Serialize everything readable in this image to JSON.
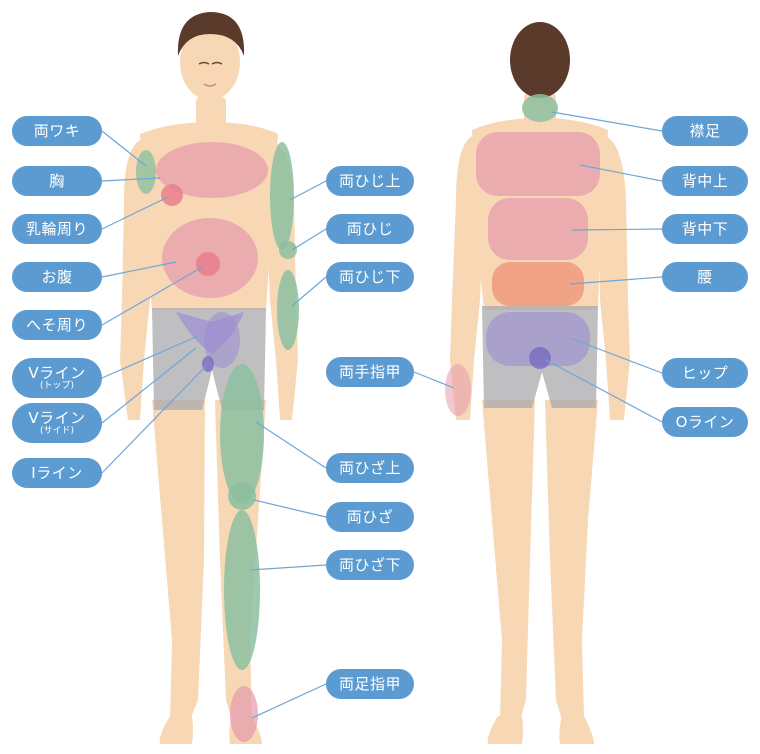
{
  "front_labels": [
    {
      "text": "両ワキ"
    },
    {
      "text": "胸"
    },
    {
      "text": "乳輪周り"
    },
    {
      "text": "お腹"
    },
    {
      "text": "へそ周り"
    },
    {
      "text": "Vライン",
      "sub": "(トップ)"
    },
    {
      "text": "Vライン",
      "sub": "(サイド)"
    },
    {
      "text": "Iライン"
    },
    {
      "text": "両ひじ上"
    },
    {
      "text": "両ひじ"
    },
    {
      "text": "両ひじ下"
    },
    {
      "text": "両ひざ上"
    },
    {
      "text": "両ひざ"
    },
    {
      "text": "両ひざ下"
    },
    {
      "text": "両足指甲"
    }
  ],
  "back_labels": [
    {
      "text": "両手指甲"
    },
    {
      "text": "襟足"
    },
    {
      "text": "背中上"
    },
    {
      "text": "背中下"
    },
    {
      "text": "腰"
    },
    {
      "text": "ヒップ"
    },
    {
      "text": "Oライン"
    }
  ],
  "colors": {
    "label_bg": "#5b9bd1",
    "label_text": "#ffffff",
    "leader_line": "#6fa6d6",
    "skin": "#f8d7b5",
    "region_pink": "#e59aac",
    "region_green": "#8cc0a0",
    "region_gray": "#a9a9ad",
    "region_purple": "#9b8dd2",
    "region_orange": "#ef9a7d"
  }
}
